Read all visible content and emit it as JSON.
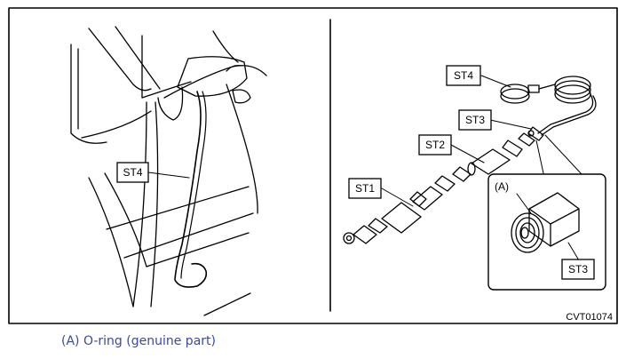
{
  "labels": {
    "st4_left": "ST4",
    "st4_right": "ST4",
    "st3": "ST3",
    "st2": "ST2",
    "st1": "ST1",
    "st3_detail": "ST3",
    "a_marker": "(A)"
  },
  "figure_code": "CVT01074",
  "caption": "(A) O-ring (genuine part)",
  "colors": {
    "caption": "#3b4aa0",
    "line": "#000000"
  }
}
